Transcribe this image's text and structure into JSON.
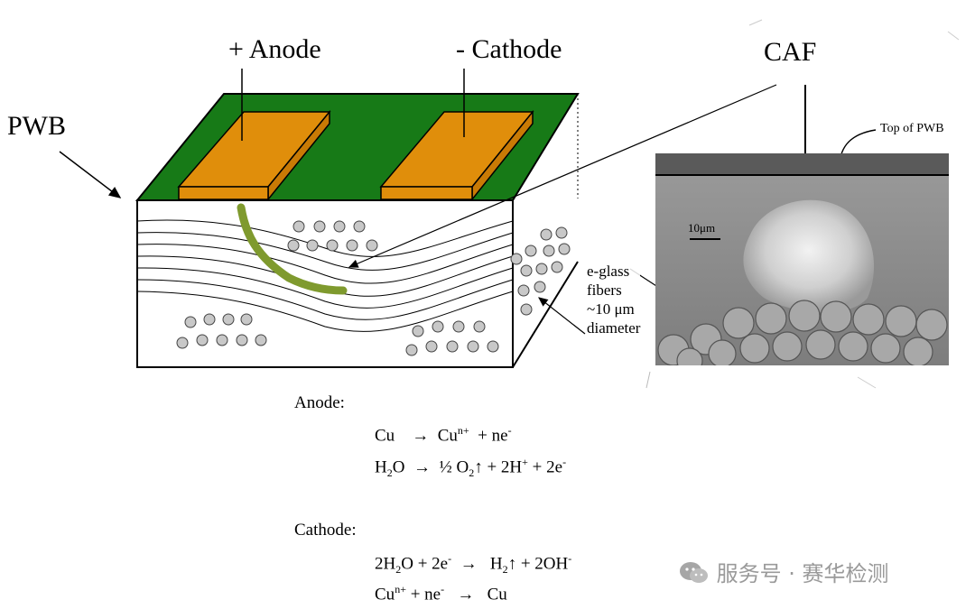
{
  "labels": {
    "anode_terminal": "+  Anode",
    "cathode_terminal": "-  Cathode",
    "pwb": "PWB",
    "caf": "CAF",
    "top_of_pwb": "Top of PWB",
    "scale_bar": "10μm",
    "fibers": [
      "e-glass",
      "fibers",
      "~10  μm",
      "diameter"
    ]
  },
  "reactions": {
    "anode_title": "Anode:",
    "anode_eq1": {
      "a": "Cu",
      "b": "→",
      "c": "Cu",
      "c_sup": "n+",
      "d": "+  ne",
      "d_sup": "-"
    },
    "anode_eq2": {
      "a": "H",
      "a_sub": "2",
      "b": "O",
      "c": "→",
      "d": "½ O",
      "d_sub": "2",
      "e": "↑ +  2H",
      "e_sup": "+",
      "f": " + 2e",
      "f_sup": "-"
    },
    "cathode_title": "Cathode:",
    "cathode_eq1": {
      "a": "2H",
      "a_sub": "2",
      "b": "O + 2e",
      "b_sup": "-",
      "c": "→",
      "d": "H",
      "d_sub": "2",
      "e": "↑ + 2OH",
      "e_sup": "-"
    },
    "cathode_eq2": {
      "a": "Cu",
      "a_sup": "n+",
      "b": " + ne",
      "b_sup": "-",
      "c": "→",
      "d": "Cu"
    }
  },
  "watermark": {
    "icon": "wechat-icon",
    "text": "服务号 · 赛华检测"
  },
  "colors": {
    "board_green": "#177a17",
    "pad_orange": "#e08e0b",
    "caf_path": "#7f9a2e",
    "fiber_gray": "#c8c8c8"
  }
}
